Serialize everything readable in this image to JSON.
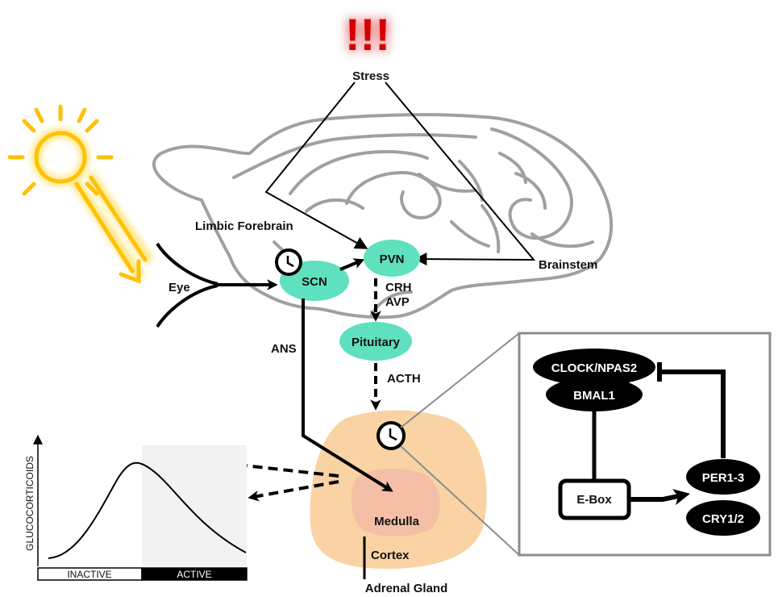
{
  "stress": {
    "marks": "!!!",
    "label": "Stress"
  },
  "regions": {
    "limbic_forebrain": "Limbic Forebrain",
    "brainstem": "Brainstem",
    "eye": "Eye"
  },
  "nodes": {
    "scn": "SCN",
    "pvn": "PVN",
    "pituitary": "Pituitary",
    "medulla": "Medulla",
    "cortex": "Cortex",
    "adrenal_gland": "Adrenal Gland"
  },
  "signals": {
    "crh": "CRH",
    "avp": "AVP",
    "acth": "ACTH",
    "ans": "ANS"
  },
  "clock_loop": {
    "clock_npas2": "CLOCK/NPAS2",
    "bmal1": "BMAL1",
    "ebox": "E-Box",
    "per": "PER1-3",
    "cry": "CRY1/2"
  },
  "graph": {
    "ylabel": "GLUCOCORTICOIDS",
    "inactive": "INACTIVE",
    "active": "ACTIVE"
  },
  "colors": {
    "node_fill": "#5fe0bf",
    "adrenal_fill": "#f9d3a3",
    "medulla_fill": "#f5bfa7",
    "sun": "#ffd21a",
    "stress": "#d40000",
    "brain_outline": "#a0a0a0",
    "active_shade": "#f2f2f2"
  }
}
